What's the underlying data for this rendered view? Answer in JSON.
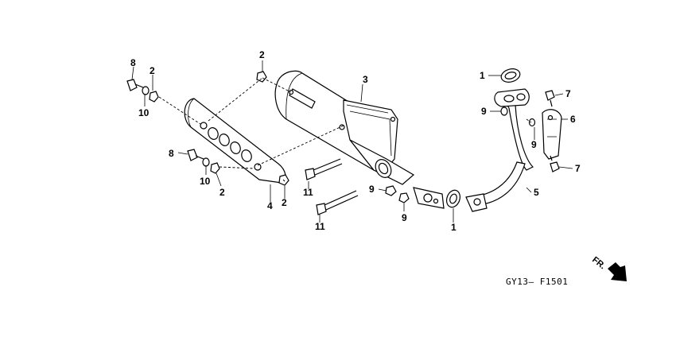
{
  "figure_code": "GY13– F1501",
  "direction_label": "FR.",
  "colors": {
    "ink": "#000000",
    "paper": "#ffffff"
  },
  "callouts": {
    "p8a": "8",
    "p2a": "2",
    "p10a": "10",
    "p2b": "2",
    "p3": "3",
    "p8b": "8",
    "p10b": "10",
    "p2c": "2",
    "p11a": "11",
    "p11b": "11",
    "p4": "4",
    "p2d": "2",
    "p9a": "9",
    "p9b": "9",
    "p1a": "1",
    "p1b": "1",
    "p9c": "9",
    "p9d": "9",
    "p7a": "7",
    "p6": "6",
    "p7b": "7",
    "p5": "5"
  },
  "icons": [
    "front-direction-arrow-icon"
  ]
}
